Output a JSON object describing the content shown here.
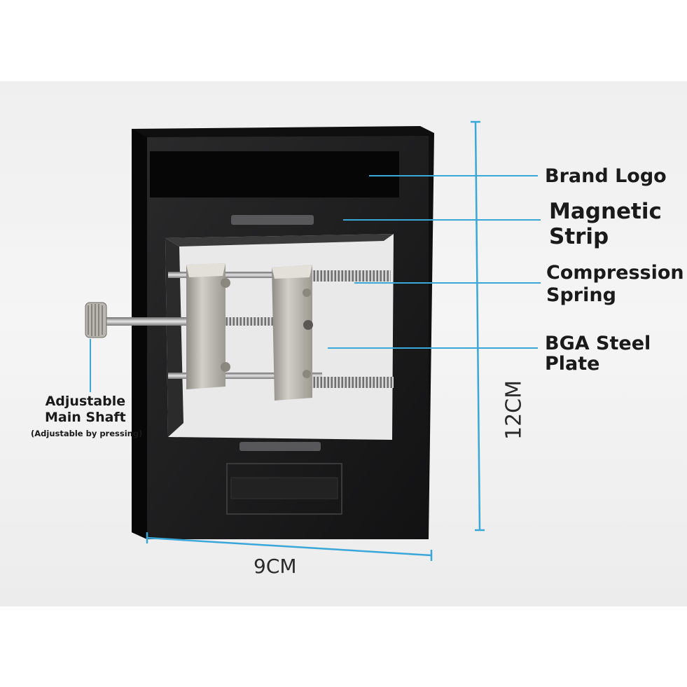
{
  "labels": {
    "brand_logo": "Brand Logo",
    "magnetic_strip_1": "Magnetic",
    "magnetic_strip_2": "Strip",
    "compression_spring_1": "Compression",
    "compression_spring_2": "Spring",
    "bga_plate_1": "BGA Steel",
    "bga_plate_2": "Plate",
    "main_shaft_1": "Adjustable",
    "main_shaft_2": "Main Shaft",
    "main_shaft_note": "(Adjustable by pressing)",
    "height_dimension": "12CM",
    "width_dimension": "9CM"
  },
  "colors": {
    "callout_line": "#3aa7d9",
    "frame": "#1b1b1c",
    "metal": "#b9b6ae"
  }
}
